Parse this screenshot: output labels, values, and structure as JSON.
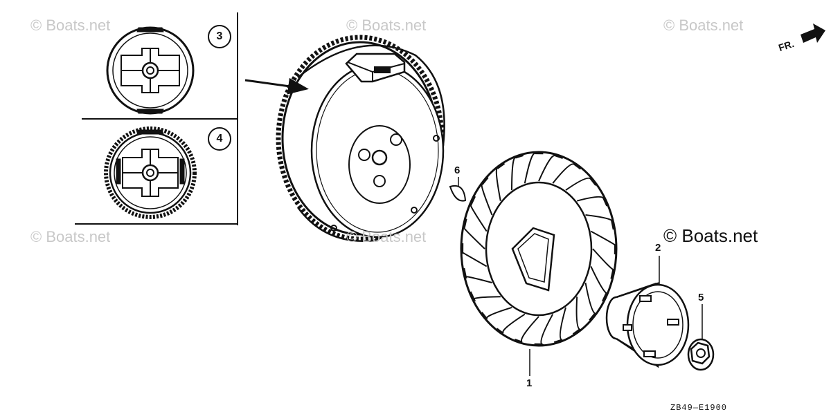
{
  "watermarks": [
    "© Boats.net",
    "© Boats.net",
    "© Boats.net",
    "© Boats.net",
    "© Boats.net"
  ],
  "copyright": "© Boats.net",
  "direction_label": "FR.",
  "variants": [
    {
      "label": "3"
    },
    {
      "label": "4"
    }
  ],
  "callouts": [
    {
      "label": "1"
    },
    {
      "label": "2"
    },
    {
      "label": "5"
    },
    {
      "label": "6"
    }
  ],
  "diagram_code": "ZB49—E1900"
}
